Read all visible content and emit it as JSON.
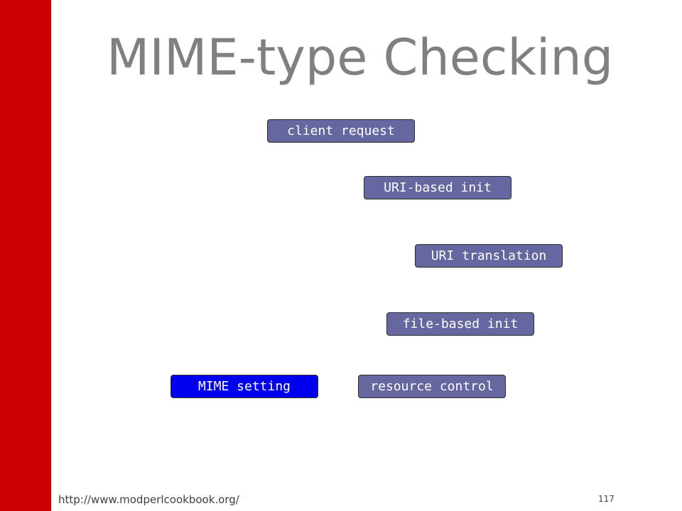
{
  "slide": {
    "title": "MIME-type Checking",
    "footer_url": "http://www.modperlcookbook.org/",
    "page_number": "117"
  },
  "colors": {
    "accent_bar": "#cc0000",
    "node_fill": "#6667a0",
    "node_highlight_fill": "#0000ee",
    "node_text": "#ffffff"
  },
  "nodes": [
    {
      "id": "client-request",
      "label": "client request",
      "highlighted": false
    },
    {
      "id": "uri-based-init",
      "label": "URI-based init",
      "highlighted": false
    },
    {
      "id": "uri-translation",
      "label": "URI translation",
      "highlighted": false
    },
    {
      "id": "file-based-init",
      "label": "file-based init",
      "highlighted": false
    },
    {
      "id": "mime-setting",
      "label": "MIME setting",
      "highlighted": true
    },
    {
      "id": "resource-control",
      "label": "resource control",
      "highlighted": false
    }
  ]
}
